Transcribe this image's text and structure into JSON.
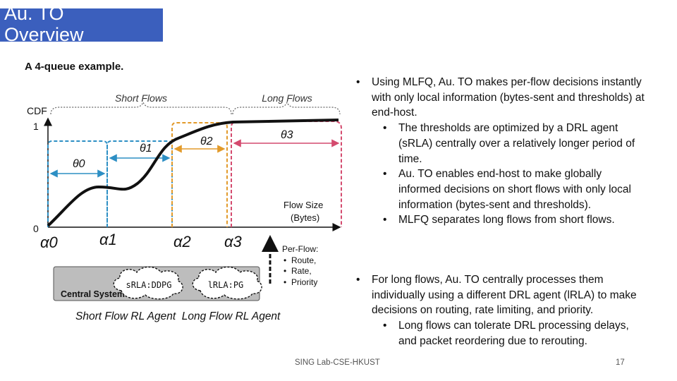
{
  "slide": {
    "title": "Au. TO\nOverview",
    "subtitle": "A 4-queue example.",
    "footer": "SING Lab-CSE-HKUST",
    "page_number": "17"
  },
  "figure": {
    "short_flows_label": "Short Flows",
    "long_flows_label": "Long Flows",
    "cdf_label": "CDF",
    "y_one": "1",
    "y_zero": "0",
    "theta": [
      "θ0",
      "θ1",
      "θ2",
      "θ3"
    ],
    "alpha": [
      "α0",
      "α1",
      "α2",
      "α3"
    ],
    "flow_size_label": "Flow Size",
    "bytes_label": "(Bytes)",
    "per_flow_title": "Per-Flow:",
    "per_flow_items": [
      "Route,",
      "Rate,",
      "Priority"
    ],
    "central_system_label": "Central System",
    "srla_label": "sRLA:DDPG",
    "lrla_label": "lRLA:PG",
    "caption": "Short Flow RL Agent  Long Flow RL Agent",
    "colors": {
      "short": "#2d8fc4",
      "q1": "#2d8fc4",
      "q2": "#e29a2a",
      "long": "#d44a6e",
      "title_bg": "#3b5fbd"
    }
  },
  "bullets_1": [
    {
      "level": 1,
      "text": "Using MLFQ, Au. TO makes per-flow decisions instantly with only local information (bytes-sent and thresholds) at end-host."
    },
    {
      "level": 2,
      "text": "The thresholds are optimized by a DRL agent (sRLA) centrally over a relatively longer period of time."
    },
    {
      "level": 2,
      "text": "Au. TO enables end-host to make globally informed decisions on short flows with only local information (bytes-sent and thresholds)."
    },
    {
      "level": 2,
      "text": "MLFQ separates long flows from short flows."
    }
  ],
  "bullets_2": [
    {
      "level": 1,
      "text": "For long flows, Au. TO centrally processes them individually using a different DRL agent (lRLA) to make decisions on routing, rate limiting, and priority."
    },
    {
      "level": 2,
      "text": "Long flows can tolerate DRL processing delays, and packet reordering due to rerouting."
    }
  ]
}
